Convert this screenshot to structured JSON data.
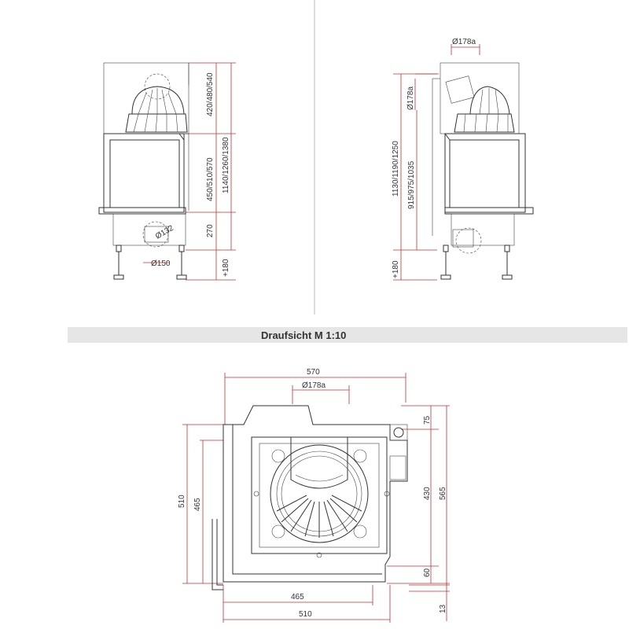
{
  "section_title": "Draufsicht M 1:10",
  "front_view": {
    "dim_top": "420/480/540",
    "dim_middle": "450/510/570",
    "dim_total": "1140/1260/1380",
    "dim_base": "270",
    "dim_leg": "+180",
    "flue_side": "Ø132",
    "flue_bottom": "Ø150"
  },
  "side_view": {
    "flue_top": "Ø178a",
    "flue_side": "Ø178a",
    "dim_outer": "1130/1190/1250",
    "dim_inner": "915/975/1035",
    "dim_leg": "+180"
  },
  "top_view": {
    "width_top": "570",
    "flue_top": "Ø178a",
    "dim_75": "75",
    "dim_430": "430",
    "dim_565": "565",
    "dim_60": "60",
    "dim_510_left": "510",
    "dim_465_left": "465",
    "dim_465_bottom": "465",
    "dim_510_bottom": "510",
    "dim_13": "13"
  }
}
